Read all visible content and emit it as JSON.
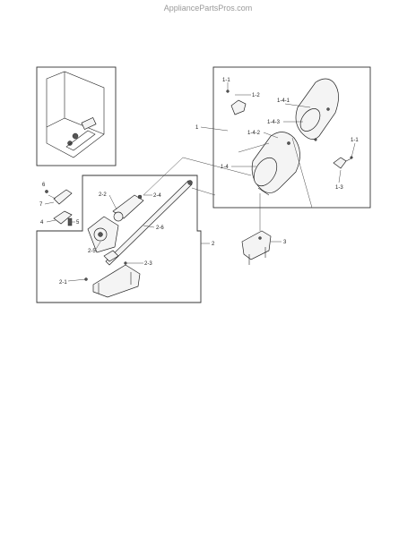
{
  "watermark": "AppliancePartsPros.com",
  "labels": {
    "l_1_1_top": "1-1",
    "l_1_2": "1-2",
    "l_1_4_1": "1-4-1",
    "l_1_4_3": "1-4-3",
    "l_1": "1",
    "l_1_4_2": "1-4-2",
    "l_1_1_right": "1-1",
    "l_1_4": "1-4",
    "l_1_3": "1-3",
    "l_3": "3",
    "l_6": "6",
    "l_7": "7",
    "l_4": "4",
    "l_5": "5",
    "l_2_2": "2-2",
    "l_2_4": "2-4",
    "l_2_6": "2-6",
    "l_2": "2",
    "l_2_5": "2-5",
    "l_2_3": "2-3",
    "l_2_1": "2-1"
  }
}
